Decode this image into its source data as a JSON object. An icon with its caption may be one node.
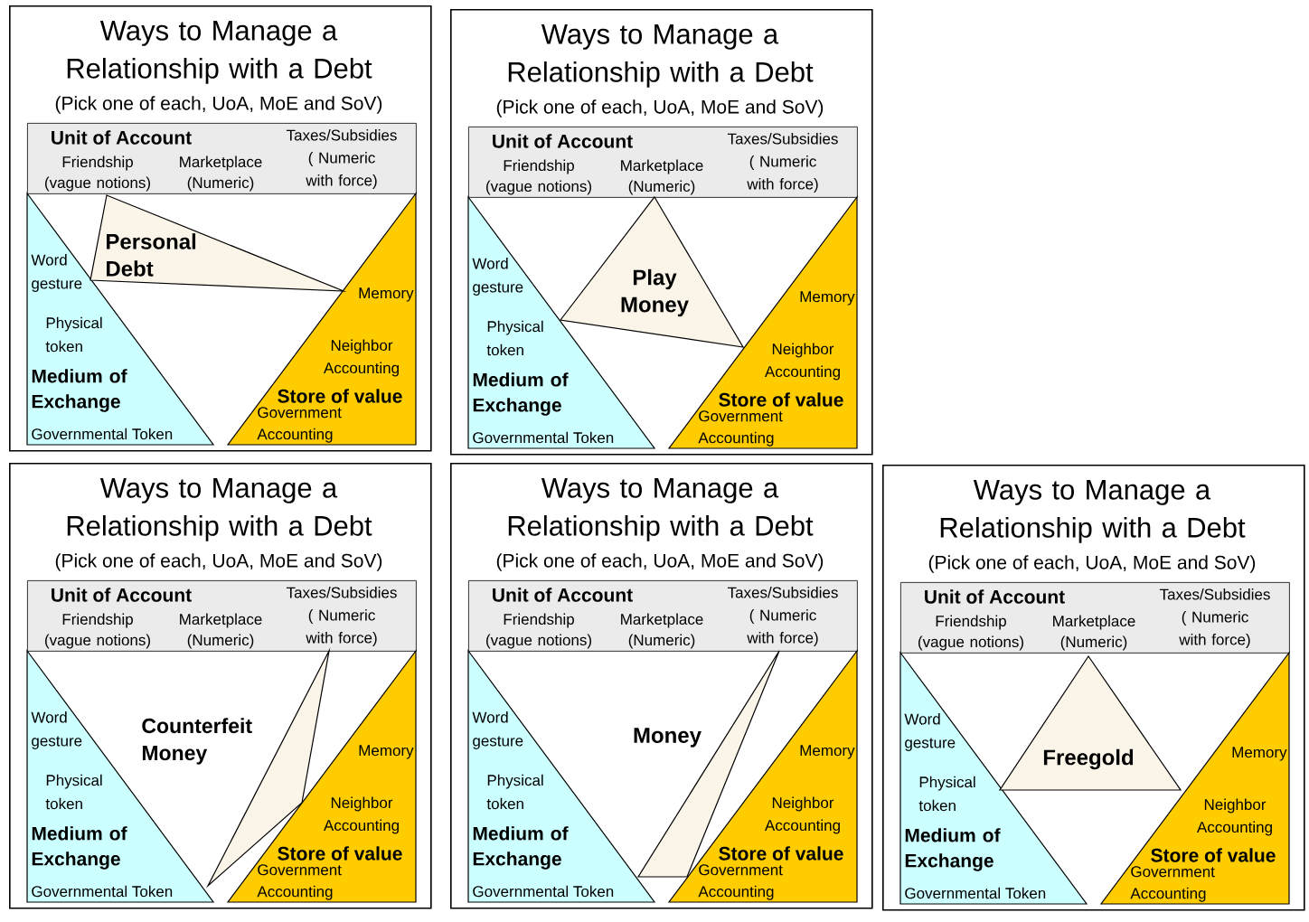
{
  "diagram": {
    "nodes": [
      {
        "text": [
          "Ways to Manage a Relationship with a Debt",
          "(Pick one of each, UoA, MoE and SoV)"
        ]
      },
      {
        "text": [
          "Unit of Account",
          "Friendship (vague notions)",
          "Marketplace (Numeric)",
          "Taxes/Subsidies ( Numeric with force)"
        ],
        "in": 0
      },
      {
        "text": [
          "Word gesture",
          "Physical token",
          "Medium of Exchange",
          "Governmental Token"
        ],
        "in": 0
      },
      {
        "text": [
          "Memory",
          "Neighbor Accounting",
          "Store of value",
          "Government Accounting"
        ],
        "in": 0
      },
      {
        "text": [
          "Personal Debt"
        ],
        "in": 0
      },
      {
        "text": [
          "Ways to Manage a Relationship with a Debt",
          "(Pick one of each, UoA, MoE and SoV)"
        ]
      },
      {
        "text": [
          "Unit of Account",
          "Friendship (vague notions)",
          "Marketplace (Numeric)",
          "Taxes/Subsidies ( Numeric with force)"
        ],
        "in": 5
      },
      {
        "text": [
          "Word gesture",
          "Physical token",
          "Medium of Exchange",
          "Governmental Token"
        ],
        "in": 5
      },
      {
        "text": [
          "Memory",
          "Neighbor Accounting",
          "Store of value",
          "Government Accounting"
        ],
        "in": 5
      },
      {
        "text": [
          "Play Money"
        ],
        "in": 5
      },
      {
        "text": [
          "Ways to Manage a Relationship with a Debt",
          "(Pick one of each, UoA, MoE and SoV)"
        ]
      },
      {
        "text": [
          "Unit of Account",
          "Friendship (vague notions)",
          "Marketplace (Numeric)",
          "Taxes/Subsidies ( Numeric with force)"
        ],
        "in": 10
      },
      {
        "text": [
          "Word gesture",
          "Physical token",
          "Medium of Exchange",
          "Governmental Token"
        ],
        "in": 10
      },
      {
        "text": [
          "Memory",
          "Neighbor Accounting",
          "Store of value",
          "Government Accounting"
        ],
        "in": 10
      },
      {
        "text": [
          "Counterfeit Money"
        ],
        "in": 10
      },
      {
        "text": [
          "Ways to Manage a Relationship with a Debt",
          "(Pick one of each, UoA, MoE and SoV)"
        ]
      },
      {
        "text": [
          "Unit of Account",
          "Friendship (vague notions)",
          "Marketplace (Numeric)",
          "Taxes/Subsidies ( Numeric with force)"
        ],
        "in": 15
      },
      {
        "text": [
          "Word gesture",
          "Physical token",
          "Medium of Exchange",
          "Governmental Token"
        ],
        "in": 15
      },
      {
        "text": [
          "Memory",
          "Neighbor Accounting",
          "Store of value",
          "Government Accounting"
        ],
        "in": 15
      },
      {
        "text": [
          "Money"
        ],
        "in": 15
      },
      {
        "text": [
          "Ways to Manage a Relationship with a Debt",
          "(Pick one of each, UoA, MoE and SoV)"
        ]
      },
      {
        "text": [
          "Unit of Account",
          "Friendship (vague notions)",
          "Marketplace (Numeric)",
          "Taxes/Subsidies ( Numeric with force)"
        ],
        "in": 20
      },
      {
        "text": [
          "Word gesture",
          "Physical token",
          "Medium of Exchange",
          "Governmental Token"
        ],
        "in": 20
      },
      {
        "text": [
          "Memory",
          "Neighbor Accounting",
          "Store of value",
          "Government Accounting"
        ],
        "in": 20
      },
      {
        "text": [
          "Freegold"
        ],
        "in": 20
      }
    ]
  }
}
